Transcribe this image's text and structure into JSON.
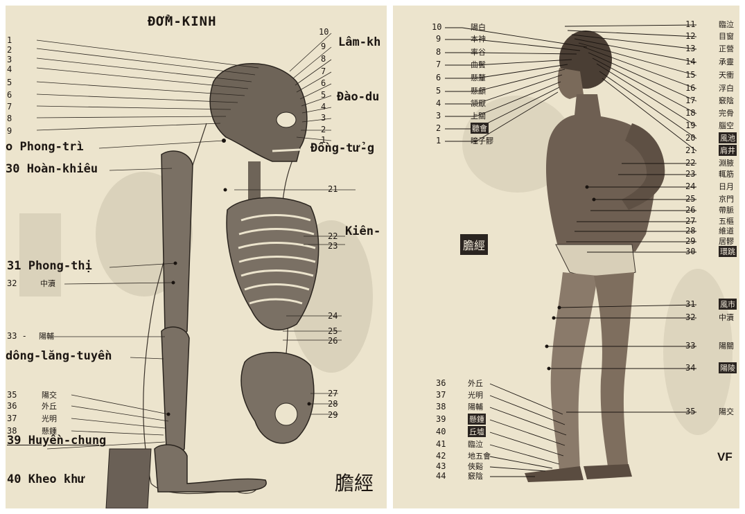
{
  "left": {
    "title": "ĐỞM-KINH",
    "big_labels": [
      {
        "id": "phong-tri",
        "text": "o Phong-trì"
      },
      {
        "id": "hoan-khieu",
        "text": "30 Hoàn-khiêu"
      },
      {
        "id": "phong-thi",
        "text": "31 Phong-thị"
      },
      {
        "id": "trung-doc",
        "text": "32"
      },
      {
        "id": "lang-tuyen",
        "text": "dông-lăng-tuyền"
      },
      {
        "id": "huyen-chung",
        "text": "39 Huyền-chung"
      },
      {
        "id": "kheo-khu",
        "text": "40 Kheo khư"
      },
      {
        "id": "lam-khap",
        "text": "Lâm-kh"
      },
      {
        "id": "dao-duong",
        "text": "Đào-du"
      },
      {
        "id": "dong-tu-giao",
        "text": "Đồng-tử-g"
      },
      {
        "id": "kien-tinh",
        "text": "Kiên-"
      }
    ],
    "left_numbers": [
      "1",
      "2",
      "3",
      "4",
      "5",
      "6",
      "7",
      "8",
      "9",
      "33 -",
      "35",
      "36",
      "37",
      "38"
    ],
    "right_numbers": [
      "10",
      "9",
      "8",
      "7",
      "6",
      "5",
      "4",
      "3",
      "2",
      "1",
      "21",
      "22",
      "23",
      "24",
      "25",
      "26",
      "27",
      "28",
      "29"
    ],
    "cjk_text": [
      "膽經",
      "中瀆",
      "陽輔",
      "陽交",
      "外丘",
      "光明",
      "懸鍾"
    ]
  },
  "right": {
    "left_points": [
      {
        "n": "10",
        "c": "陽白"
      },
      {
        "n": "9",
        "c": "本神"
      },
      {
        "n": "8",
        "c": "率谷"
      },
      {
        "n": "7",
        "c": "曲鬢"
      },
      {
        "n": "6",
        "c": "懸釐"
      },
      {
        "n": "5",
        "c": "懸顱"
      },
      {
        "n": "4",
        "c": "頷厭"
      },
      {
        "n": "3",
        "c": "上關"
      },
      {
        "n": "2",
        "c": "聽會"
      },
      {
        "n": "1",
        "c": "瞳子髎"
      }
    ],
    "right_points": [
      {
        "n": "11",
        "c": "臨泣"
      },
      {
        "n": "12",
        "c": "目窗"
      },
      {
        "n": "13",
        "c": "正營"
      },
      {
        "n": "14",
        "c": "承靈"
      },
      {
        "n": "15",
        "c": "天衝"
      },
      {
        "n": "16",
        "c": "浮白"
      },
      {
        "n": "17",
        "c": "竅陰"
      },
      {
        "n": "18",
        "c": "完骨"
      },
      {
        "n": "19",
        "c": "腦空"
      },
      {
        "n": "20",
        "c": "風池"
      },
      {
        "n": "21",
        "c": "肩井"
      },
      {
        "n": "22",
        "c": "淵腋"
      },
      {
        "n": "23",
        "c": "輒筋"
      },
      {
        "n": "24",
        "c": "日月"
      },
      {
        "n": "25",
        "c": "京門"
      },
      {
        "n": "26",
        "c": "帶脈"
      },
      {
        "n": "27",
        "c": "五樞"
      },
      {
        "n": "28",
        "c": "維道"
      },
      {
        "n": "29",
        "c": "居髎"
      },
      {
        "n": "30",
        "c": "環跳"
      },
      {
        "n": "31",
        "c": "風市"
      },
      {
        "n": "32",
        "c": "中瀆"
      },
      {
        "n": "33",
        "c": "陽關"
      },
      {
        "n": "34",
        "c": "陽陵"
      },
      {
        "n": "35",
        "c": "陽交"
      }
    ],
    "leg_points": [
      {
        "n": "36",
        "c": "外丘"
      },
      {
        "n": "37",
        "c": "光明"
      },
      {
        "n": "38",
        "c": "陽輔"
      },
      {
        "n": "39",
        "c": "懸鍾"
      },
      {
        "n": "40",
        "c": "丘墟"
      },
      {
        "n": "41",
        "c": "臨泣"
      },
      {
        "n": "42",
        "c": "地五會"
      },
      {
        "n": "43",
        "c": "俠谿"
      },
      {
        "n": "44",
        "c": "竅陰"
      }
    ],
    "seal": "膽經",
    "vf": "VF"
  }
}
